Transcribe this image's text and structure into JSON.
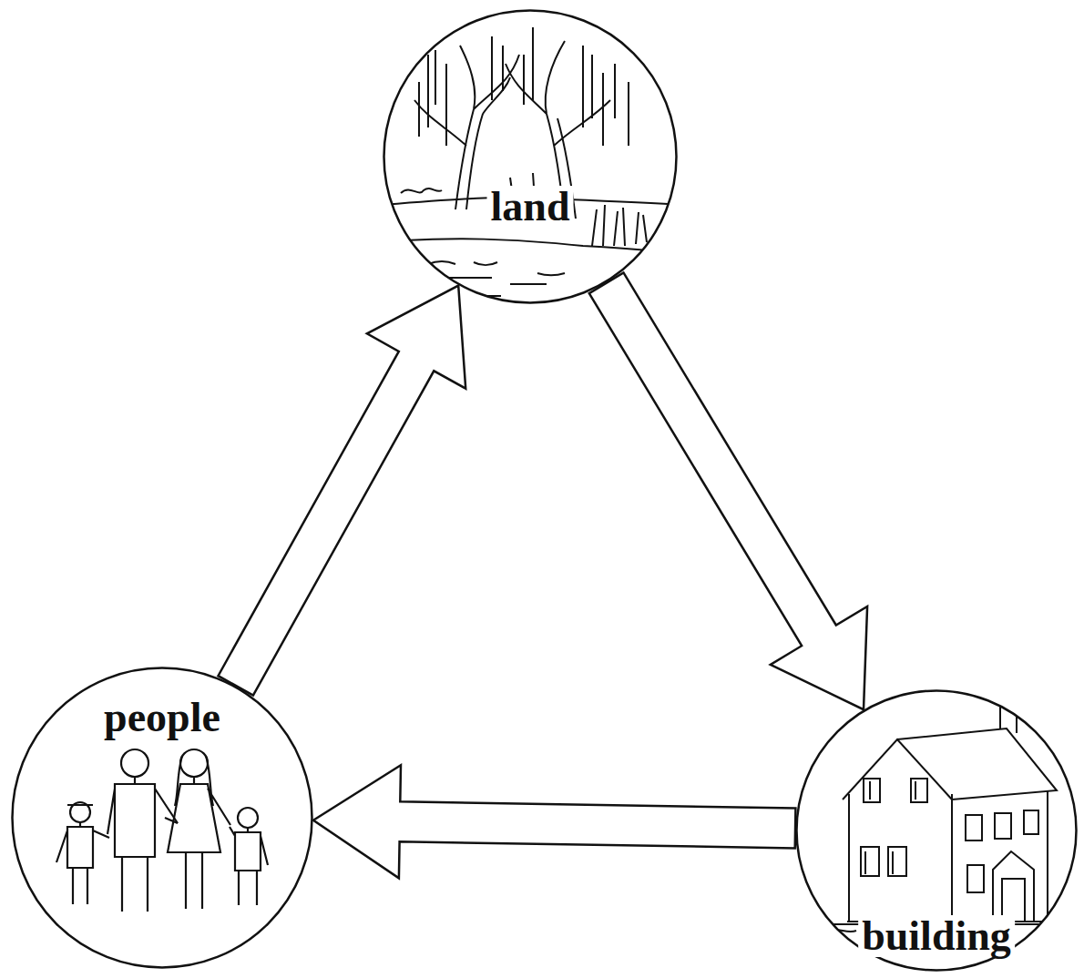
{
  "diagram": {
    "nodes": [
      {
        "text": [
          "land"
        ]
      },
      {
        "text": [
          "people"
        ]
      },
      {
        "text": [
          "building"
        ]
      }
    ],
    "edges": [
      {
        "from": 1,
        "to": 0,
        "arrow": "to"
      },
      {
        "from": 0,
        "to": 2,
        "arrow": "to"
      },
      {
        "from": 2,
        "to": 1,
        "arrow": "to"
      }
    ]
  }
}
